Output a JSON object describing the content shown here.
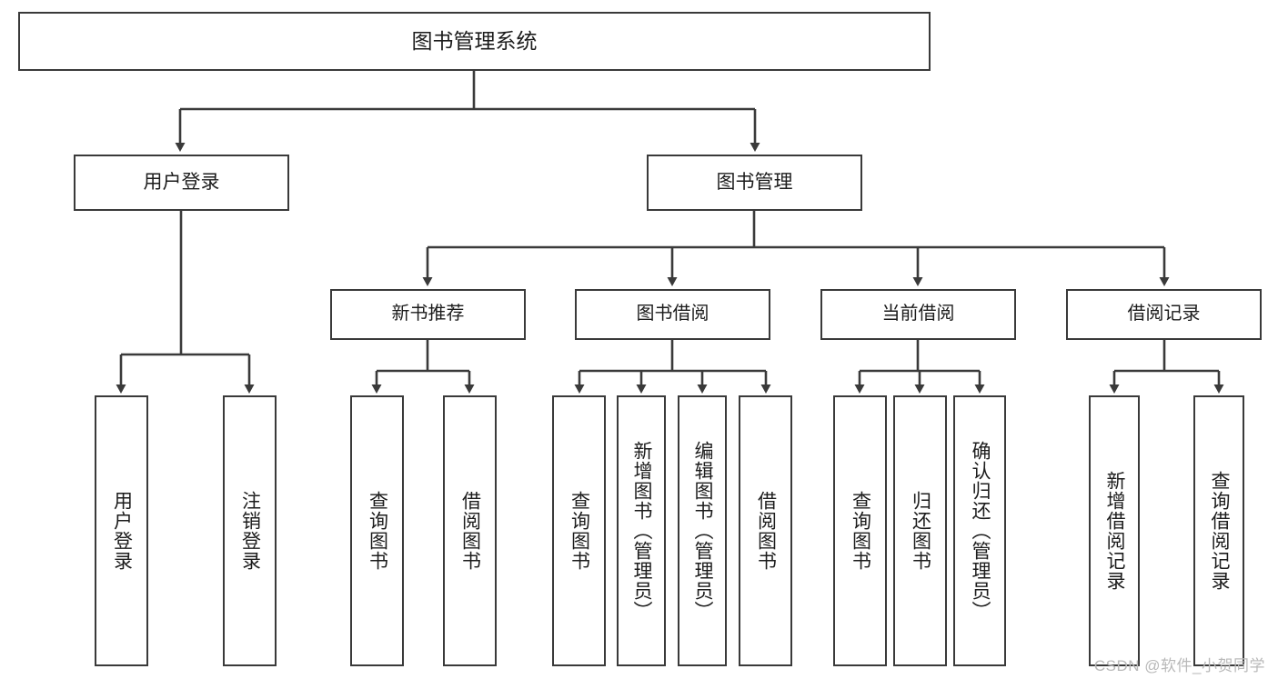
{
  "diagram": {
    "title": "图书管理系统",
    "type": "tree-hierarchy-chart",
    "stroke_color": "#3a3a3a",
    "background_color": "#ffffff",
    "text_color": "#1c1c1c"
  },
  "nodes": {
    "root": {
      "label": "图书管理系统"
    },
    "level1": [
      {
        "label": "用户登录"
      },
      {
        "label": "图书管理"
      }
    ],
    "level2": [
      {
        "label": "新书推荐"
      },
      {
        "label": "图书借阅"
      },
      {
        "label": "当前借阅"
      },
      {
        "label": "借阅记录"
      }
    ],
    "leaves_user_login": [
      {
        "label": "用户登录"
      },
      {
        "label": "注销登录"
      }
    ],
    "leaves_new_book": [
      {
        "label": "查询图书"
      },
      {
        "label": "借阅图书"
      }
    ],
    "leaves_borrow": [
      {
        "label": "查询图书"
      },
      {
        "label": "新增图书（管理员）"
      },
      {
        "label": "编辑图书（管理员）"
      },
      {
        "label": "借阅图书"
      }
    ],
    "leaves_current": [
      {
        "label": "查询图书"
      },
      {
        "label": "归还图书"
      },
      {
        "label": "确认归还（管理员）"
      }
    ],
    "leaves_records": [
      {
        "label": "新增借阅记录"
      },
      {
        "label": "查询借阅记录"
      }
    ]
  },
  "watermark": {
    "text": "CSDN @软件_小贺同学"
  }
}
